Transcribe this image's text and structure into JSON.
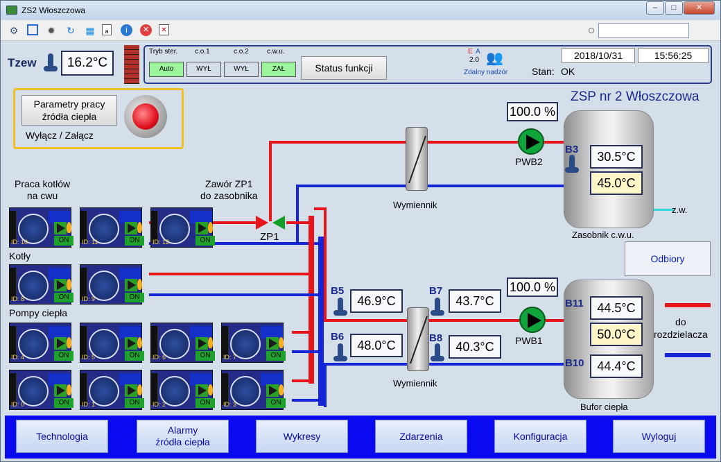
{
  "window": {
    "title": "ZS2 Włoszczowa",
    "buttons": [
      "‒",
      "□",
      "✕"
    ]
  },
  "toolbar": {
    "icons": [
      "network-icon",
      "fullscreen-icon",
      "gear-icon",
      "refresh-icon",
      "windows-icon",
      "document-icon",
      "info-icon",
      "close-circle-icon",
      "screenshot-icon"
    ]
  },
  "tzew": {
    "label": "Tzew",
    "value": "16.2°C"
  },
  "mode": {
    "headers": [
      "Tryb ster.",
      "c.o.1",
      "c.o.2",
      "c.w.u."
    ],
    "values": [
      "Auto",
      "WYŁ",
      "WYŁ",
      "ZAŁ"
    ],
    "status_button": "Status funkcji"
  },
  "remote": {
    "e": "E",
    "a": "A",
    "version": "2.0",
    "label": "Zdalny nadzór"
  },
  "datetime": {
    "date": "2018/10/31",
    "time": "15:56:25",
    "state_label": "Stan:",
    "state_value": "OK"
  },
  "heat_source": {
    "button": "Parametry pracy\nźródła ciepła",
    "toggle_label": "Wyłącz / Załącz"
  },
  "station_title": "ZSP nr 2 Włoszczowa",
  "labels": {
    "praca": "Praca kotłów\nna cwu",
    "zawor": "Zawór ZP1\ndo zasobnika",
    "zp1": "ZP1",
    "kotly": "Kotły",
    "pompy": "Pompy ciepła",
    "wymiennik1": "Wymiennik",
    "wymiennik2": "Wymiennik",
    "pwb2": "PWB2",
    "pwb1": "PWB1",
    "zw": "z.w.",
    "zasobnik": "Zasobnik c.w.u.",
    "bufor": "Bufor ciepła",
    "do_rozdz": "do\nrozdzielacza",
    "odbiory": "Odbiory"
  },
  "pumps": {
    "pwb2": "100.0 %",
    "pwb1": "100.0 %"
  },
  "sensors": {
    "b3": {
      "name": "B3",
      "value": "30.5°C",
      "setpoint": "45.0°C"
    },
    "b5": {
      "name": "B5",
      "value": "46.9°C"
    },
    "b6": {
      "name": "B6",
      "value": "48.0°C"
    },
    "b7": {
      "name": "B7",
      "value": "43.7°C"
    },
    "b8": {
      "name": "B8",
      "value": "40.3°C"
    },
    "b11": {
      "name": "B11",
      "value": "44.5°C",
      "setpoint": "50.0°C"
    },
    "b10": {
      "name": "B10",
      "value": "44.4°C"
    }
  },
  "boilers": {
    "cwu": [
      {
        "id": "ID: 10",
        "status": "ON"
      },
      {
        "id": "ID: 11",
        "status": "ON"
      },
      {
        "id": "ID: 12",
        "status": "ON"
      }
    ],
    "kotly": [
      {
        "id": "ID: 8",
        "status": "ON"
      },
      {
        "id": "ID: 9",
        "status": "ON"
      }
    ],
    "pompy_row1": [
      {
        "id": "ID: 4",
        "status": "ON"
      },
      {
        "id": "ID: 5",
        "status": "ON"
      },
      {
        "id": "ID: 6",
        "status": "ON"
      },
      {
        "id": "ID: 7",
        "status": "ON"
      }
    ],
    "pompy_row2": [
      {
        "id": "ID: 0",
        "status": "ON"
      },
      {
        "id": "ID: 1",
        "status": "ON"
      },
      {
        "id": "ID: 2",
        "status": "ON"
      },
      {
        "id": "ID: 3",
        "status": "ON"
      }
    ]
  },
  "nav": [
    "Technologia",
    "Alarmy\nźródła ciepła",
    "Wykresy",
    "Zdarzenia",
    "Konfiguracja",
    "Wyloguj"
  ],
  "colors": {
    "hot": "#e8141c",
    "cold": "#1425d8",
    "nav_bg": "#0a0af0",
    "highlight": "#f0c020"
  }
}
